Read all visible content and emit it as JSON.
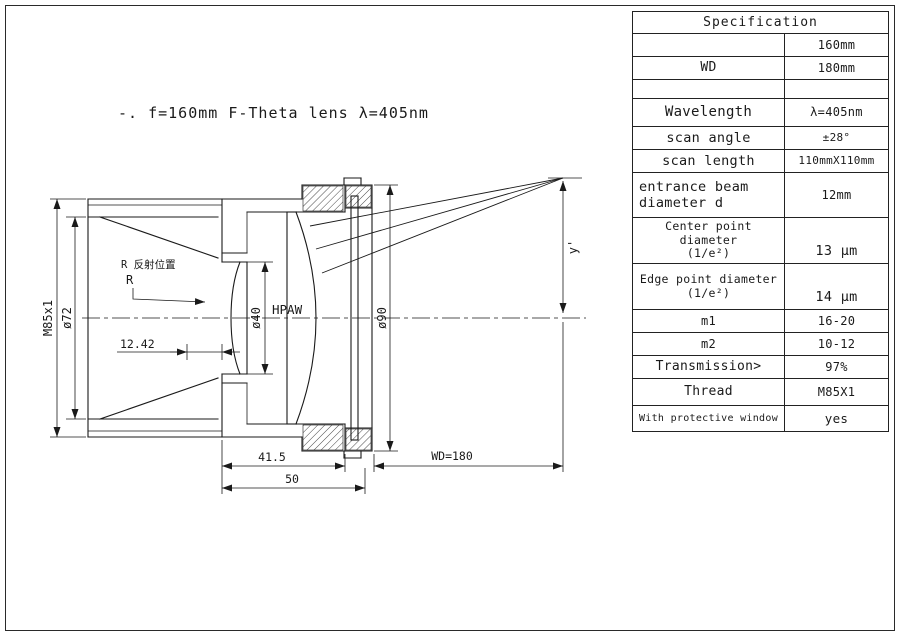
{
  "drawing": {
    "title": "-. f=160mm F-Theta lens  λ=405nm",
    "labels": {
      "thread": "M85x1",
      "dia72": "ø72",
      "dia40": "ø40",
      "dia90": "ø90",
      "hpaw": "HPAW",
      "r_note": "R 反射位置",
      "r": "R",
      "dim_offset": "12.42",
      "dim_inner": "41.5",
      "dim_outer": "50",
      "dim_wd": "WD=180",
      "y_prime": "y'"
    }
  },
  "table": {
    "header": "Specification",
    "rows": [
      {
        "label": "",
        "value": "160mm"
      },
      {
        "label": "WD",
        "value": "180mm"
      },
      {
        "label": "",
        "value": ""
      },
      {
        "label": "Wavelength",
        "value": "λ=405nm"
      },
      {
        "label": "scan angle",
        "value": "±28°"
      },
      {
        "label": "scan length",
        "value": "110mmX110mm"
      },
      {
        "label": "entrance beam\ndiameter d",
        "value": "12mm"
      },
      {
        "label": "Center point diameter\n(1/e²)",
        "value": "13 µm"
      },
      {
        "label": "Edge point diameter\n(1/e²)",
        "value": "14 µm"
      },
      {
        "label": "m1",
        "value": "16-20"
      },
      {
        "label": "m2",
        "value": "10-12"
      },
      {
        "label": "Transmission>",
        "value": "97%"
      },
      {
        "label": "Thread",
        "value": "M85X1"
      },
      {
        "label": "With protective window",
        "value": "yes"
      }
    ]
  }
}
